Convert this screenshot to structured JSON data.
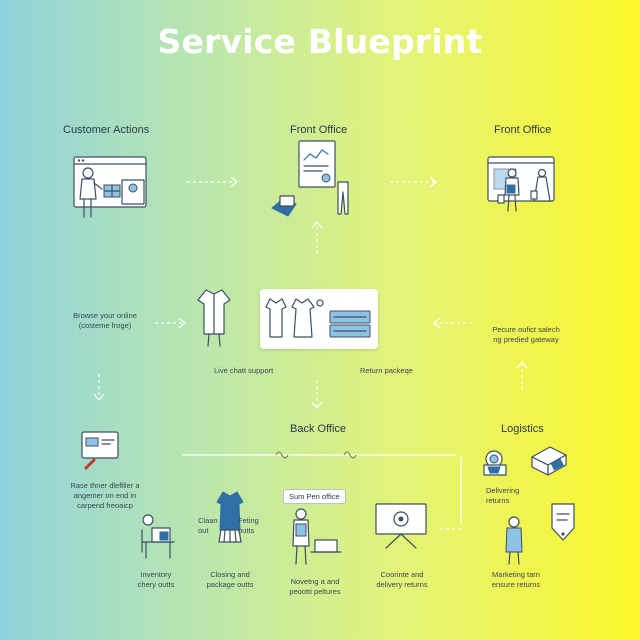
{
  "title": "Service Blueprint",
  "headings": {
    "customer_actions": "Customer Actions",
    "front_office_1": "Front Office",
    "front_office_2": "Front Office",
    "back_office": "Back Office",
    "logistics": "Logistics"
  },
  "labels": {
    "browse_line1": "Browse your online",
    "browse_line2": "(costeme froge)",
    "secure_line1": "Pecure oufict salech",
    "secure_line2": "ng predied gateway",
    "live_chat": "Live chatt support",
    "return_package": "Return packeqe",
    "base_line1": "Rase thner dleffiler a",
    "base_line2": "angemer on end in",
    "base_line3": "carpend freoaicp",
    "clean_line1": "Claan",
    "clean_line2": "out",
    "fitting_line1": "Feting",
    "fitting_line2": "outts",
    "sum_box": "Sum Pen office",
    "inventory_line1": "Inventory",
    "inventory_line2": "chery outts",
    "closing_line1": "Closing and",
    "closing_line2": "package outts",
    "novetng_line1": "Novetng a and",
    "novetng_line2": "peootti peltures",
    "coorinte_line1": "Coorinte and",
    "coorinte_line2": "delivery returns",
    "delivering_line1": "Delivering",
    "delivering_line2": "returns",
    "marketing_line1": "Marketing tarn",
    "marketing_line2": "ensure returns"
  },
  "colors": {
    "gradient_left": "#8ed2dc",
    "gradient_right": "#fbf62a",
    "line": "#3d4f62",
    "accent_blue": "#2f6fa4",
    "light_blue": "#8ec3e6"
  },
  "icons": {
    "customer": "browser-window-woman-icon",
    "report": "document-chart-icon",
    "store": "storefront-people-icon",
    "garments": "garments-crates-icon",
    "logistics": "delivery-truck-icon"
  }
}
